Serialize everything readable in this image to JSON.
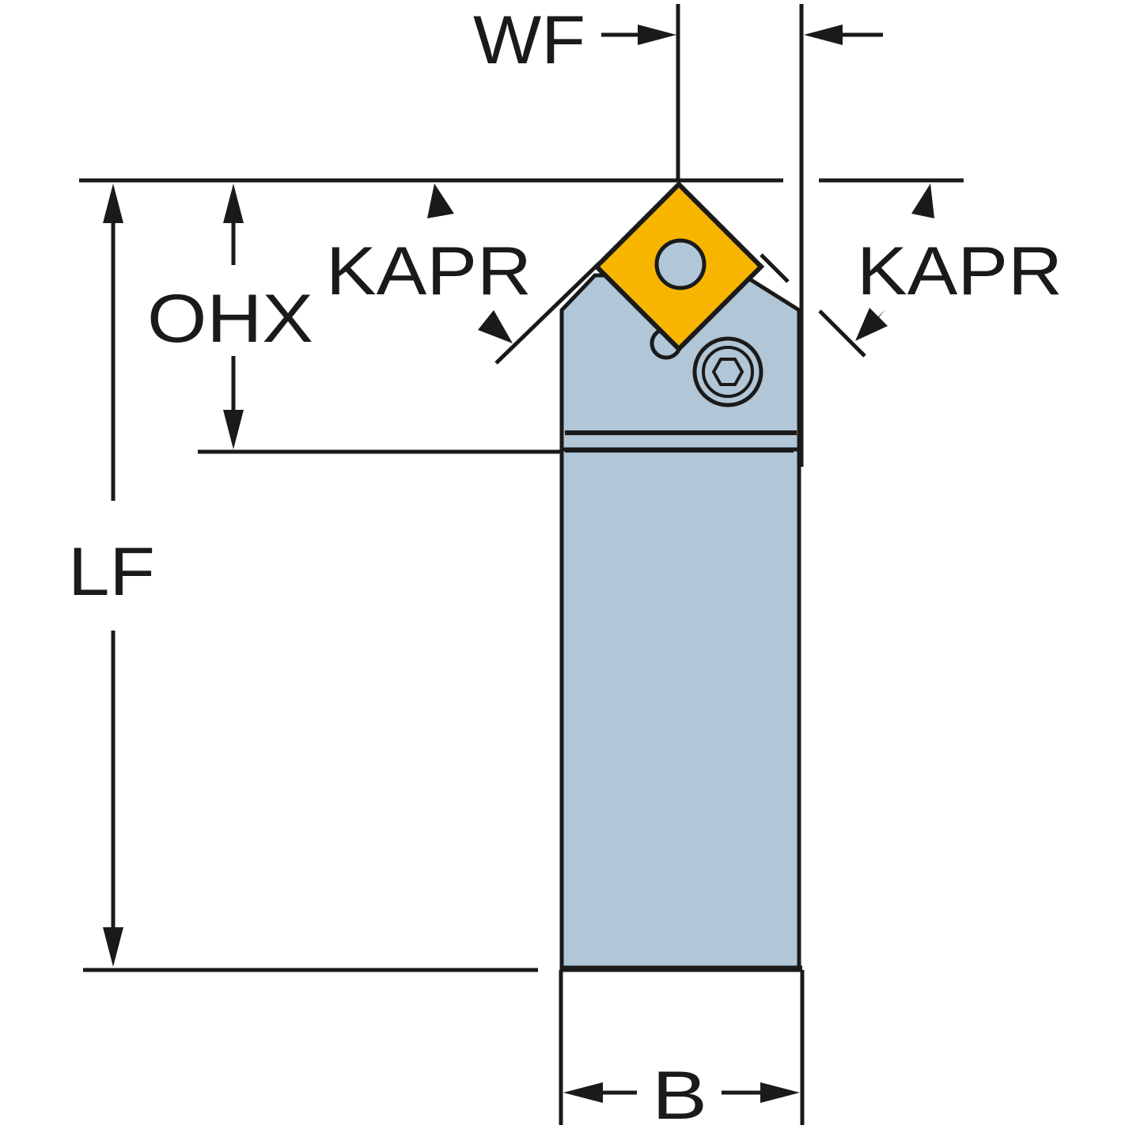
{
  "labels": {
    "wf": "WF",
    "kapr_left": "KAPR",
    "kapr_right": "KAPR",
    "ohx": "OHX",
    "lf": "LF",
    "b": "B"
  },
  "colors": {
    "holder": "#b1c6d6",
    "insert": "#f7b500",
    "outline": "#1a1a1a",
    "background": "#ffffff"
  },
  "icons": {
    "screw": "hex-socket-screw-icon",
    "insert_hole": "insert-center-hole-icon"
  }
}
